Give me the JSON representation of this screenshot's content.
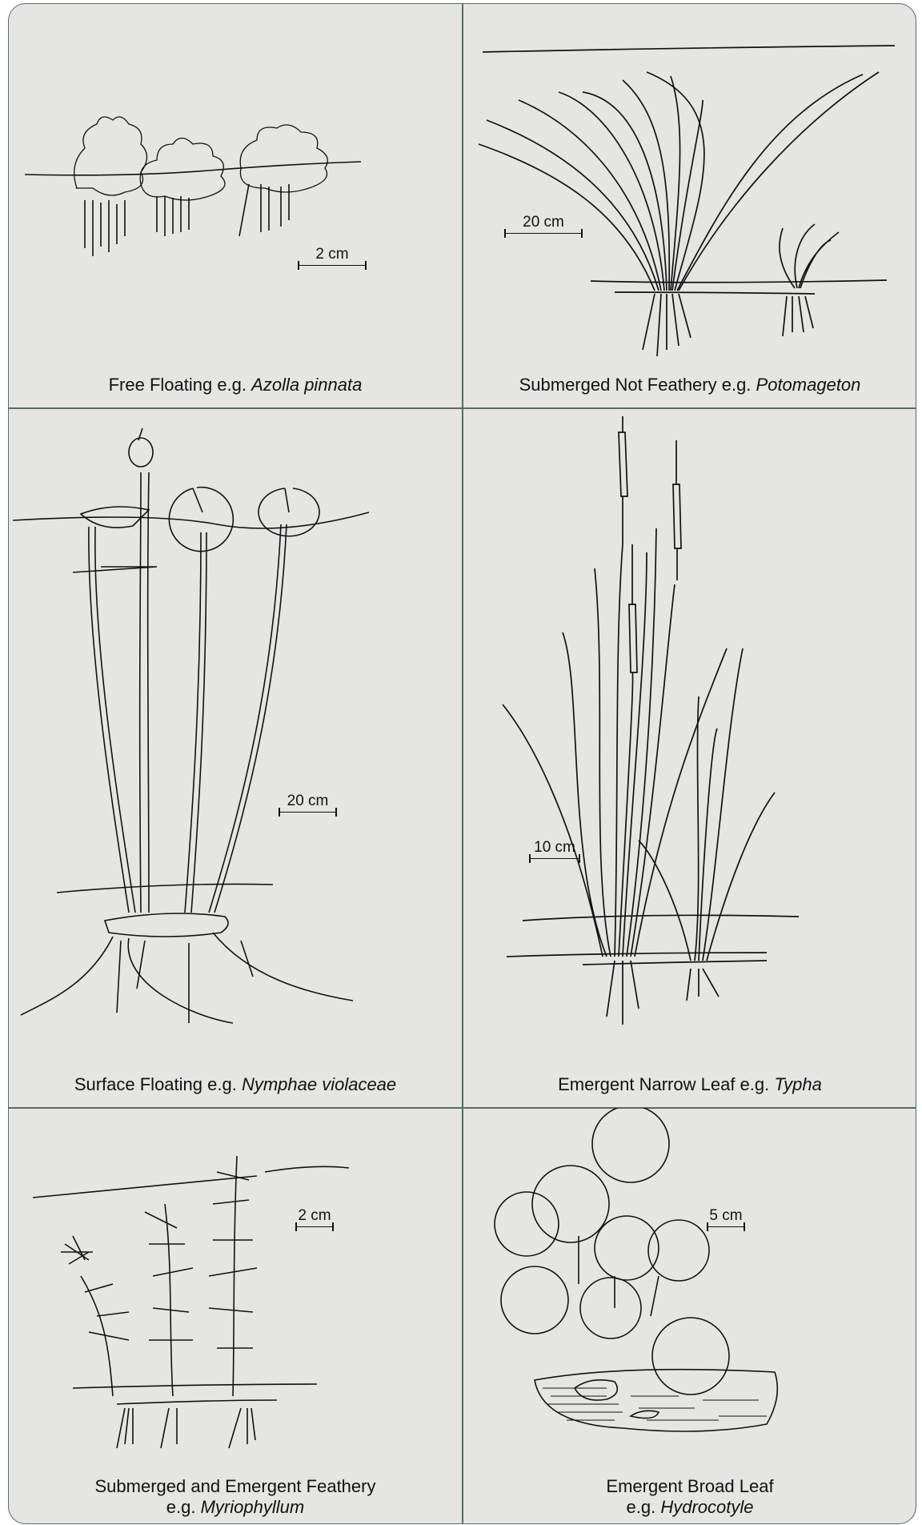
{
  "panels": [
    {
      "caption_main": "Free Floating e.g. ",
      "caption_species": "Azolla pinnata",
      "scale": "2 cm"
    },
    {
      "caption_main": "Submerged Not Feathery e.g. ",
      "caption_species": "Potomageton",
      "scale": "20 cm"
    },
    {
      "caption_main": "Surface Floating e.g. ",
      "caption_species": "Nymphae violaceae",
      "scale": "20 cm"
    },
    {
      "caption_main": "Emergent Narrow Leaf e.g. ",
      "caption_species": "Typha",
      "scale": "10 cm"
    },
    {
      "caption_main": "Submerged and Emergent Feathery",
      "caption_line2": "e.g. ",
      "caption_species": "Myriophyllum",
      "scale": "2 cm"
    },
    {
      "caption_main": "Emergent Broad Leaf",
      "caption_line2": "e.g. ",
      "caption_species": "Hydrocotyle",
      "scale": "5 cm"
    }
  ],
  "colors": {
    "background": "#e5e6e3",
    "border": "#5a6b63",
    "ink": "#111111"
  }
}
